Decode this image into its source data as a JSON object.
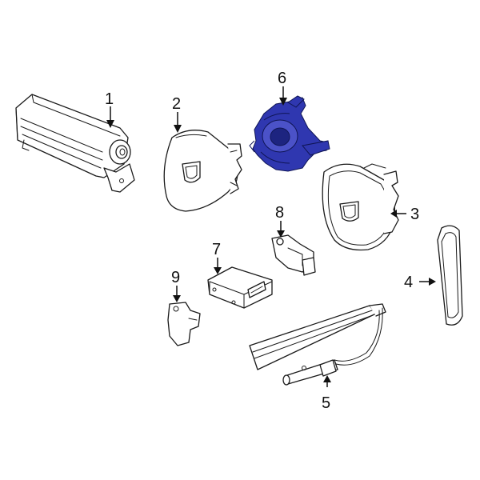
{
  "diagram": {
    "highlight_color": "#2f37b0",
    "line_color": "#1a1a1a",
    "parts": [
      {
        "number": "1",
        "icon": "airbag-module-icon"
      },
      {
        "number": "2",
        "icon": "steering-wheel-airbag-icon"
      },
      {
        "number": "3",
        "icon": "passenger-airbag-cover-icon"
      },
      {
        "number": "4",
        "icon": "side-curtain-airbag-icon"
      },
      {
        "number": "5",
        "icon": "curtain-airbag-inflator-icon"
      },
      {
        "number": "6",
        "icon": "clock-spring-icon",
        "highlighted": true
      },
      {
        "number": "7",
        "icon": "airbag-control-module-icon"
      },
      {
        "number": "8",
        "icon": "impact-sensor-icon"
      },
      {
        "number": "9",
        "icon": "mounting-bracket-icon"
      }
    ]
  }
}
